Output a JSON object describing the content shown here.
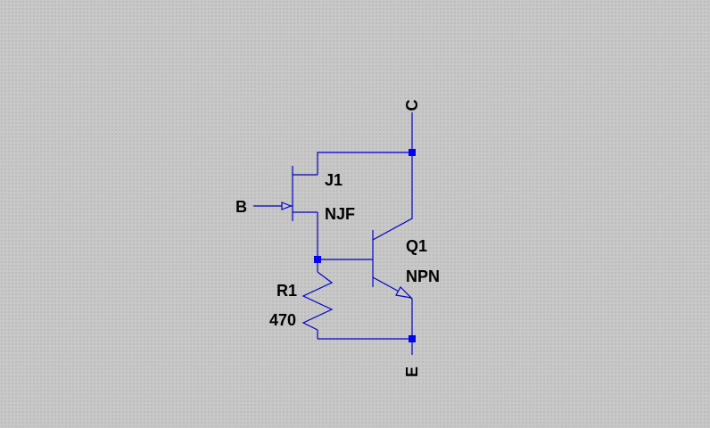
{
  "ports": {
    "base": "B",
    "collector": "C",
    "emitter": "E"
  },
  "components": {
    "jfet": {
      "ref": "J1",
      "model": "NJF"
    },
    "transistor": {
      "ref": "Q1",
      "model": "NPN"
    },
    "resistor": {
      "ref": "R1",
      "value": "470"
    }
  },
  "colors": {
    "wire": "#0000c8",
    "junction": "#0000ff",
    "text": "#000000",
    "background": "#c8c8c8"
  }
}
